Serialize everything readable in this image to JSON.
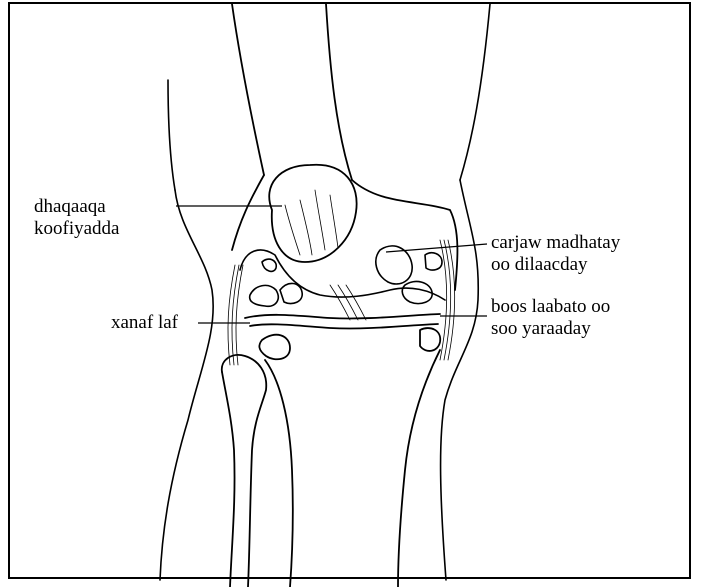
{
  "labels": {
    "patella": {
      "line1": "dhaqaaqa",
      "line2": "koofiyadda"
    },
    "osteophyte": {
      "text": "xanaf laf"
    },
    "cartilage": {
      "line1": "carjaw madhatay",
      "line2": "oo dilaacday"
    },
    "joint_space": {
      "line1": "boos laabato oo",
      "line2": "soo yaraaday"
    }
  },
  "colors": {
    "ink": "#000000",
    "background": "#ffffff"
  }
}
